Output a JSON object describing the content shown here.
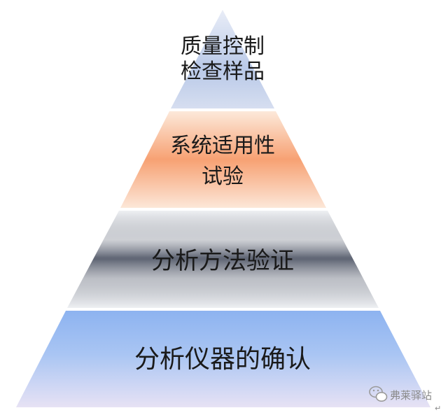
{
  "pyramid": {
    "tiers": [
      {
        "id": "qc",
        "lines": [
          "质量控制",
          "检查样品"
        ]
      },
      {
        "id": "sst",
        "lines": [
          "系统适用性",
          "试验"
        ]
      },
      {
        "id": "mv",
        "lines": [
          "分析方法验证"
        ]
      },
      {
        "id": "iq",
        "lines": [
          "分析仪器的确认"
        ]
      }
    ]
  },
  "watermark": {
    "text": "弗莱驿站",
    "icon": "wechat-icon",
    "return_mark": "↵"
  },
  "colors": {
    "top_tier": [
      "#e9edf7",
      "#b9c9e8",
      "#d6def0"
    ],
    "second_tier": [
      "#fce9da",
      "#f7a173",
      "#fce7d8"
    ],
    "third_tier": [
      "#eef0f3",
      "#5b6170",
      "#eef0f3"
    ],
    "bottom_tier": [
      "#8db3f0",
      "#a9c5f3",
      "#e7e2f4"
    ]
  }
}
